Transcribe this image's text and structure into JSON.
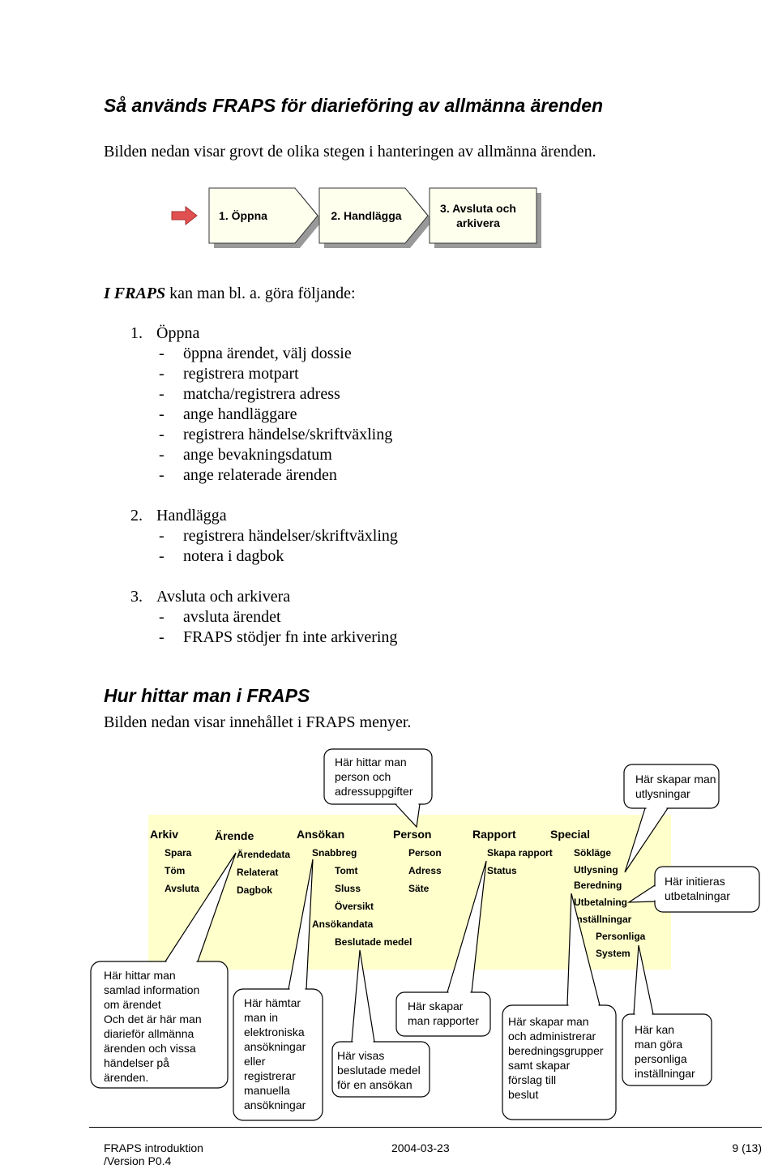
{
  "document": {
    "title": "Så används FRAPS för diarieföring av allmänna ärenden",
    "intro": "Bilden nedan visar grovt de olika stegen i hanteringen av allmänna ärenden.",
    "process_steps": [
      "1. Öppna",
      "2. Handlägga",
      "3. Avsluta och arkivera"
    ],
    "lead": {
      "emphasis": "I FRAPS",
      "rest": "kan man bl. a. göra följande:"
    },
    "list_marker": "-",
    "list": [
      {
        "number": "1.",
        "title": "Öppna",
        "subitems": [
          "öppna ärendet, välj dossie",
          "registrera motpart",
          "matcha/registrera adress",
          "ange handläggare",
          "registrera händelse/skriftväxling",
          "ange bevakningsdatum",
          "ange relaterade ärenden"
        ]
      },
      {
        "number": "2.",
        "title": "Handlägga",
        "subitems": [
          "registrera händelser/skriftväxling",
          "notera i dagbok"
        ]
      },
      {
        "number": "3.",
        "title": "Avsluta och arkivera",
        "subitems": [
          "avsluta ärendet",
          "FRAPS stödjer fn inte arkivering"
        ]
      }
    ],
    "section2": {
      "heading": "Hur hittar man i FRAPS",
      "intro": "Bilden nedan visar innehållet i FRAPS menyer."
    }
  },
  "menu": [
    {
      "label": "Arkiv",
      "items": [
        "Spara",
        "Töm",
        "Avsluta"
      ]
    },
    {
      "label": "Ärende",
      "items": [
        "Ärendedata",
        "Relaterat",
        "Dagbok"
      ]
    },
    {
      "label": "Ansökan",
      "items": [
        "Snabbreg",
        "Tomt",
        "Sluss",
        "Översikt",
        "Ansökandata",
        "Beslutade medel"
      ]
    },
    {
      "label": "Person",
      "items": [
        "Person",
        "Adress",
        "Säte"
      ]
    },
    {
      "label": "Rapport",
      "items": [
        "Skapa rapport",
        "Status"
      ]
    },
    {
      "label": "Special",
      "items": [
        "Sökläge",
        "Utlysning",
        "Beredning",
        "Utbetalning",
        "Inställningar",
        "Personliga",
        "System"
      ]
    }
  ],
  "callouts": {
    "person": "Här hittar man\nperson och\nadressuppgifter",
    "utlysning": "Här skapar man\nutlysningar",
    "utbetalning": "Här initieras\nutbetalningar",
    "arende": "Här hittar man\nsamlad information\nom ärendet\nOch det är här man\ndiarieför allmänna\närenden och vissa\nhändelser på\närenden.",
    "ansokan": "Här hämtar\nman in\nelektroniska\nansökningar\neller\nregistrerar\nmanuella\nansökningar",
    "beslutade": "Här visas\nbeslutade medel\nför en ansökan",
    "rapport": "Här skapar\nman rapporter",
    "beredning": "Här skapar man\noch administrerar\nberedningsgrupper\nsamt skapar\nförslag till\nbeslut",
    "installningar": "Här kan\nman göra\npersonliga\ninställningar"
  },
  "footer": {
    "doc_name": "FRAPS introduktion",
    "date": "2004-03-23",
    "page": "9 (13)",
    "version": "/Version P0.4"
  },
  "icons": {
    "process_pointer": "right-arrow-icon"
  },
  "colors": {
    "menu_background": "#ffffcc",
    "process_fill": "#ffffee",
    "process_shadow": "#999999",
    "arrow": "#e05050"
  }
}
